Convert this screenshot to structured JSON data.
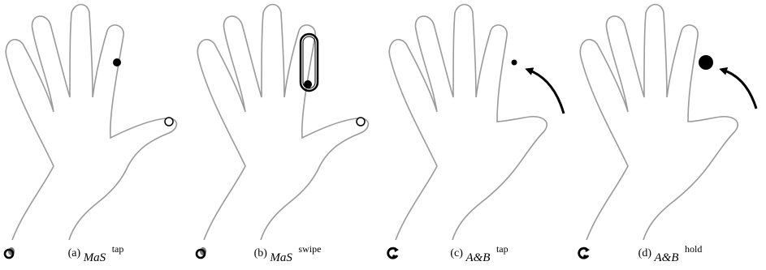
{
  "panels": [
    {
      "letter": "(a)",
      "symbol": "MaS",
      "action": "tap"
    },
    {
      "letter": "(b)",
      "symbol": "MaS",
      "action": "swipe"
    },
    {
      "letter": "(c)",
      "symbol": "A&B",
      "action": "tap"
    },
    {
      "letter": "(d)",
      "symbol": "A&B",
      "action": "hold"
    }
  ],
  "colors": {
    "outline": "#9a9a9a",
    "ink": "#000000",
    "marker_shade": "#777777"
  },
  "icons": [
    "ring-marker-icon",
    "rotate-arrow-icon"
  ]
}
